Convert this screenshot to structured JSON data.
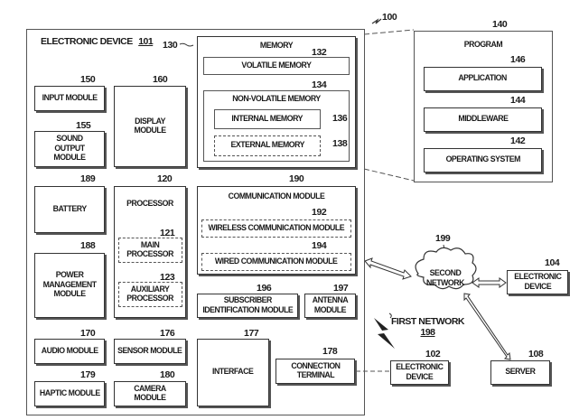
{
  "figure": {
    "ref": "100",
    "electronic_device": {
      "title": "ELECTRONIC DEVICE",
      "ref": "101",
      "components": [
        {
          "id": "input",
          "label": "INPUT MODULE",
          "ref": "150"
        },
        {
          "id": "sound",
          "label": "SOUND\nOUTPUT MODULE",
          "ref": "155"
        },
        {
          "id": "display",
          "label": "DISPLAY\nMODULE",
          "ref": "160"
        },
        {
          "id": "battery",
          "label": "BATTERY",
          "ref": "189"
        },
        {
          "id": "power",
          "label": "POWER\nMANAGEMENT\nMODULE",
          "ref": "188"
        },
        {
          "id": "processor",
          "label": "PROCESSOR",
          "ref": "120"
        },
        {
          "id": "main_processor",
          "label": "MAIN\nPROCESSOR",
          "ref": "121"
        },
        {
          "id": "aux_processor",
          "label": "AUXILIARY\nPROCESSOR",
          "ref": "123"
        },
        {
          "id": "audio",
          "label": "AUDIO MODULE",
          "ref": "170"
        },
        {
          "id": "sensor",
          "label": "SENSOR MODULE",
          "ref": "176"
        },
        {
          "id": "haptic",
          "label": "HAPTIC MODULE",
          "ref": "179"
        },
        {
          "id": "camera",
          "label": "CAMERA MODULE",
          "ref": "180"
        },
        {
          "id": "interface",
          "label": "INTERFACE",
          "ref": "177"
        },
        {
          "id": "connection",
          "label": "CONNECTION\nTERMINAL",
          "ref": "178"
        }
      ],
      "memory": {
        "title": "MEMORY",
        "ref": "130",
        "volatile": {
          "label": "VOLATILE MEMORY",
          "ref": "132"
        },
        "non_volatile": {
          "label": "NON-VOLATILE MEMORY",
          "ref": "134"
        },
        "internal": {
          "label": "INTERNAL MEMORY",
          "ref": "136"
        },
        "external": {
          "label": "EXTERNAL MEMORY",
          "ref": "138"
        }
      },
      "communication": {
        "title": "COMMUNICATION MODULE",
        "ref": "190",
        "wireless": {
          "label": "WIRELESS COMMUNICATION MODULE",
          "ref": "192"
        },
        "wired": {
          "label": "WIRED COMMUNICATION MODULE",
          "ref": "194"
        },
        "subscriber": {
          "label": "SUBSCRIBER\nIDENTIFICATION MODULE",
          "ref": "196"
        },
        "antenna": {
          "label": "ANTENNA\nMODULE",
          "ref": "197"
        }
      }
    },
    "program": {
      "title": "PROGRAM",
      "ref": "140",
      "application": {
        "label": "APPLICATION",
        "ref": "146"
      },
      "middleware": {
        "label": "MIDDLEWARE",
        "ref": "144"
      },
      "os": {
        "label": "OPERATING SYSTEM",
        "ref": "142"
      }
    },
    "network": {
      "second": {
        "label": "SECOND\nNETWORK",
        "ref": "199"
      },
      "first": {
        "label": "FIRST NETWORK",
        "ref": "198"
      },
      "device_104": {
        "label": "ELECTRONIC\nDEVICE",
        "ref": "104"
      },
      "device_102": {
        "label": "ELECTRONIC\nDEVICE",
        "ref": "102"
      },
      "server": {
        "label": "SERVER",
        "ref": "108"
      }
    }
  }
}
